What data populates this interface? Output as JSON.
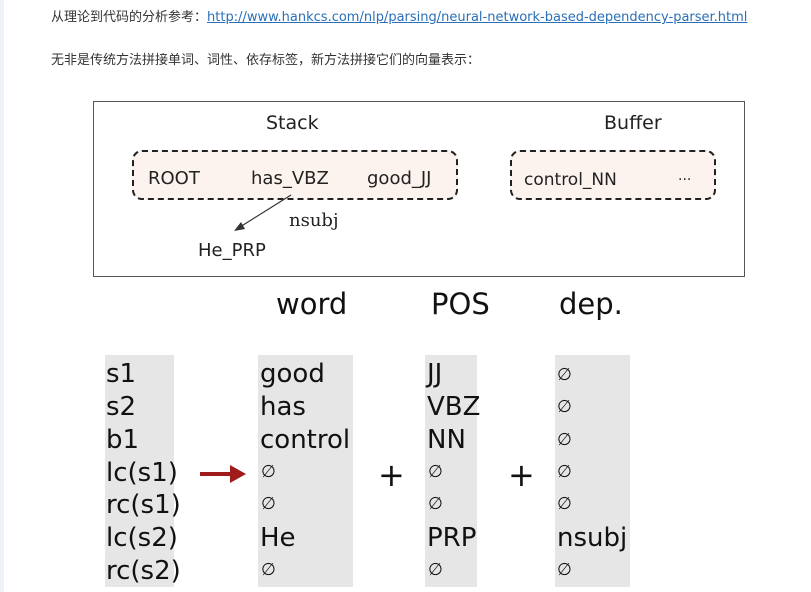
{
  "text": {
    "ref_prefix": "从理论到代码的分析参考：",
    "ref_link": "http://www.hankcs.com/nlp/parsing/neural-network-based-dependency-parser.html",
    "description": "无非是传统方法拼接单词、词性、依存标签，新方法拼接它们的向量表示："
  },
  "diagram": {
    "stack_title": "Stack",
    "buffer_title": "Buffer",
    "stack_tokens": [
      "ROOT",
      "has_VBZ",
      "good_JJ"
    ],
    "buffer_tokens": [
      "control_NN",
      "..."
    ],
    "arc_label": "nsubj",
    "child_token": "He_PRP"
  },
  "table": {
    "headers": [
      "word",
      "POS",
      "dep."
    ],
    "plus": "+",
    "rows": [
      {
        "feature": "s1",
        "word": "good",
        "pos": "JJ",
        "dep": "∅"
      },
      {
        "feature": "s2",
        "word": "has",
        "pos": "VBZ",
        "dep": "∅"
      },
      {
        "feature": "b1",
        "word": "control",
        "pos": "NN",
        "dep": "∅"
      },
      {
        "feature": "lc(s1)",
        "word": "∅",
        "pos": "∅",
        "dep": "∅"
      },
      {
        "feature": "rc(s1)",
        "word": "∅",
        "pos": "∅",
        "dep": "∅"
      },
      {
        "feature": "lc(s2)",
        "word": "He",
        "pos": "PRP",
        "dep": "nsubj"
      },
      {
        "feature": "rc(s2)",
        "word": "∅",
        "pos": "∅",
        "dep": "∅"
      }
    ]
  },
  "colors": {
    "arrow": "#a01c1c",
    "link": "#2a6fb8",
    "column_bg": "#e6e6e6",
    "box_fill": "#fdf3ee"
  }
}
